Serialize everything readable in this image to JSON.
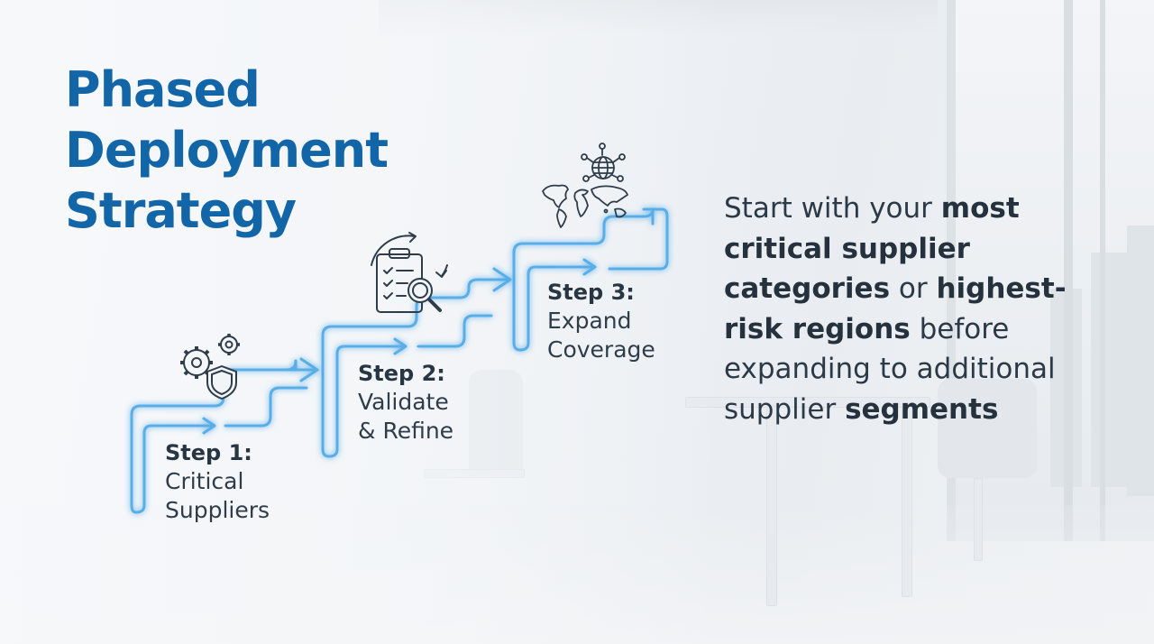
{
  "title": {
    "line1": "Phased",
    "line2": "Deployment",
    "line3": "Strategy"
  },
  "colors": {
    "title_blue": "#1266a8",
    "path_blue": "#5aaee8",
    "text_dark": "#2c3946"
  },
  "steps": [
    {
      "number": "Step 1:",
      "line1": "Critical",
      "line2": "Suppliers",
      "icon": "gears-shield-icon"
    },
    {
      "number": "Step 2:",
      "line1": "Validate",
      "line2": "& Refine",
      "icon": "clipboard-magnifier-icon"
    },
    {
      "number": "Step 3:",
      "line1": "Expand",
      "line2": "Coverage",
      "icon": "world-map-network-icon"
    }
  ],
  "description": {
    "p1": "Start with your ",
    "b1": "most critical supplier categories",
    "p2": " or ",
    "b2": "highest-risk regions",
    "p3": " before expanding to additional supplier ",
    "b3": "segments"
  }
}
